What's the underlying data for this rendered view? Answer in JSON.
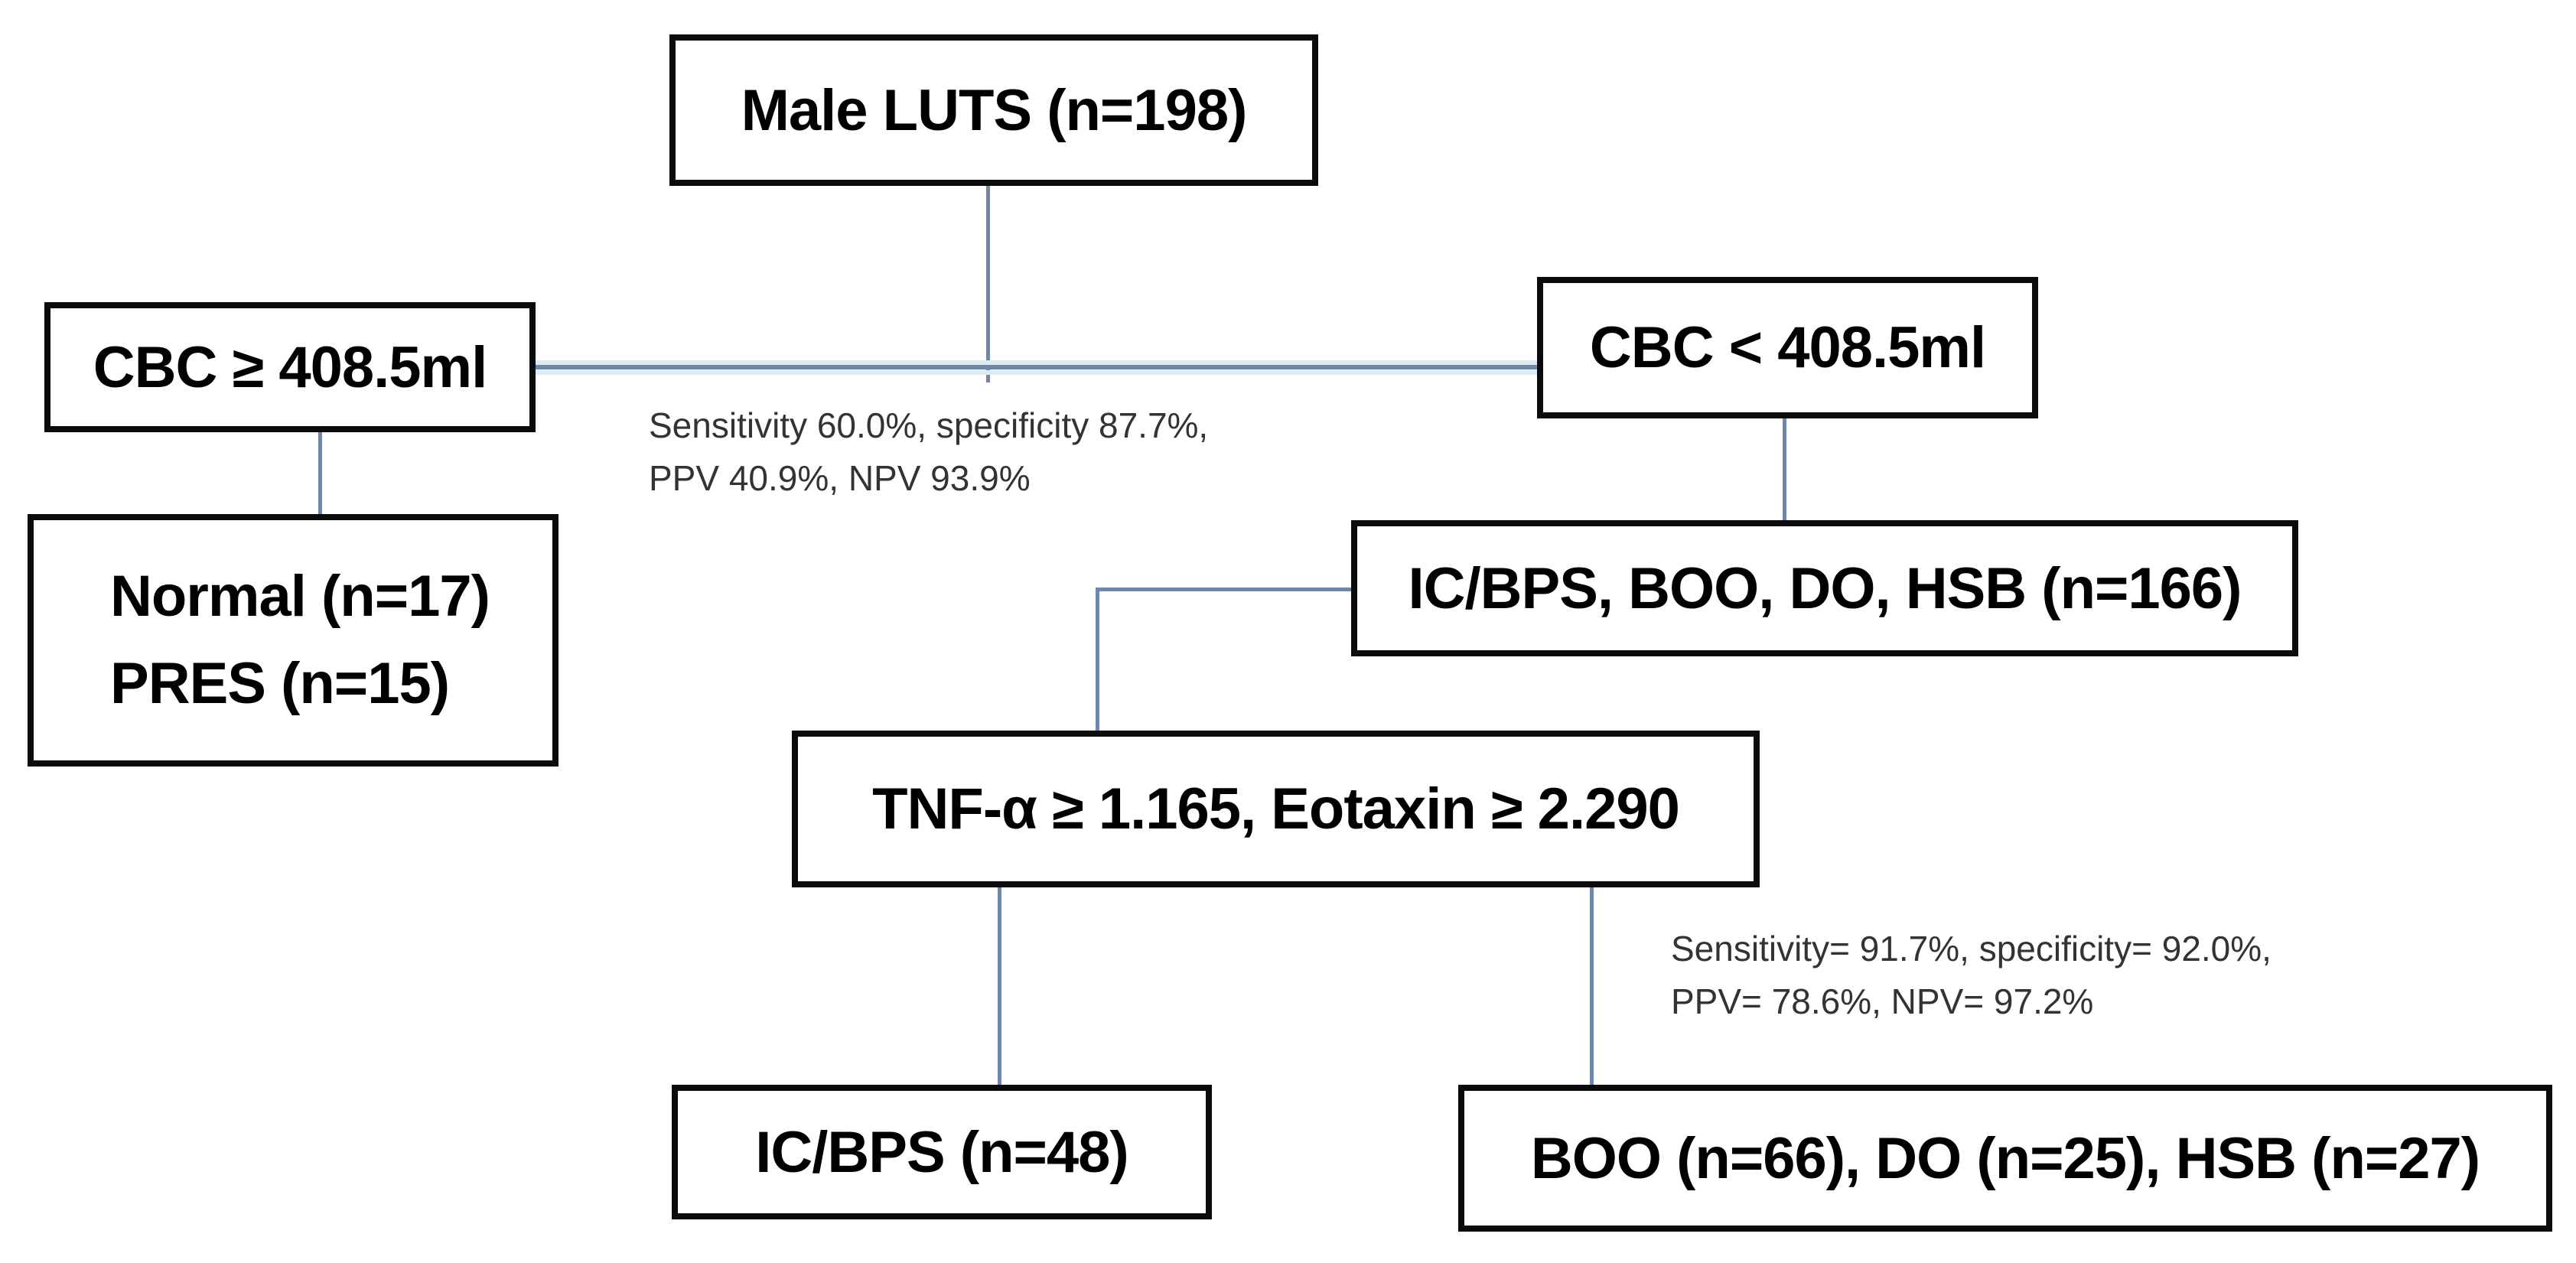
{
  "colors": {
    "box_border": "#0b0b0b",
    "box_fill": "#ffffff",
    "connector": "#6e86a8",
    "connector_halo": "#dcebf8",
    "box_text": "#000000",
    "annotation_text": "#333333"
  },
  "nodes": {
    "male_luts": {
      "label": "Male LUTS (n=198)"
    },
    "cbc_ge": {
      "label": "CBC ≥ 408.5ml"
    },
    "cbc_lt": {
      "label": "CBC < 408.5ml"
    },
    "normal_pres": {
      "line1": "Normal (n=17)",
      "line2": "PRES (n=15)"
    },
    "ic_bps_boo_do_hsb": {
      "label": "IC/BPS, BOO, DO, HSB (n=166)"
    },
    "tnf_eotaxin": {
      "label": "TNF-α ≥ 1.165, Eotaxin ≥ 2.290"
    },
    "ic_bps_48": {
      "label": "IC/BPS (n=48)"
    },
    "boo_do_hsb": {
      "label": "BOO (n=66), DO (n=25), HSB (n=27)"
    }
  },
  "annotations": {
    "cbc_stats": {
      "line1": "Sensitivity 60.0%, specificity 87.7%,",
      "line2": "PPV 40.9%, NPV 93.9%"
    },
    "tnf_stats": {
      "line1": "Sensitivity= 91.7%, specificity= 92.0%,",
      "line2": "PPV= 78.6%, NPV= 97.2%"
    }
  }
}
